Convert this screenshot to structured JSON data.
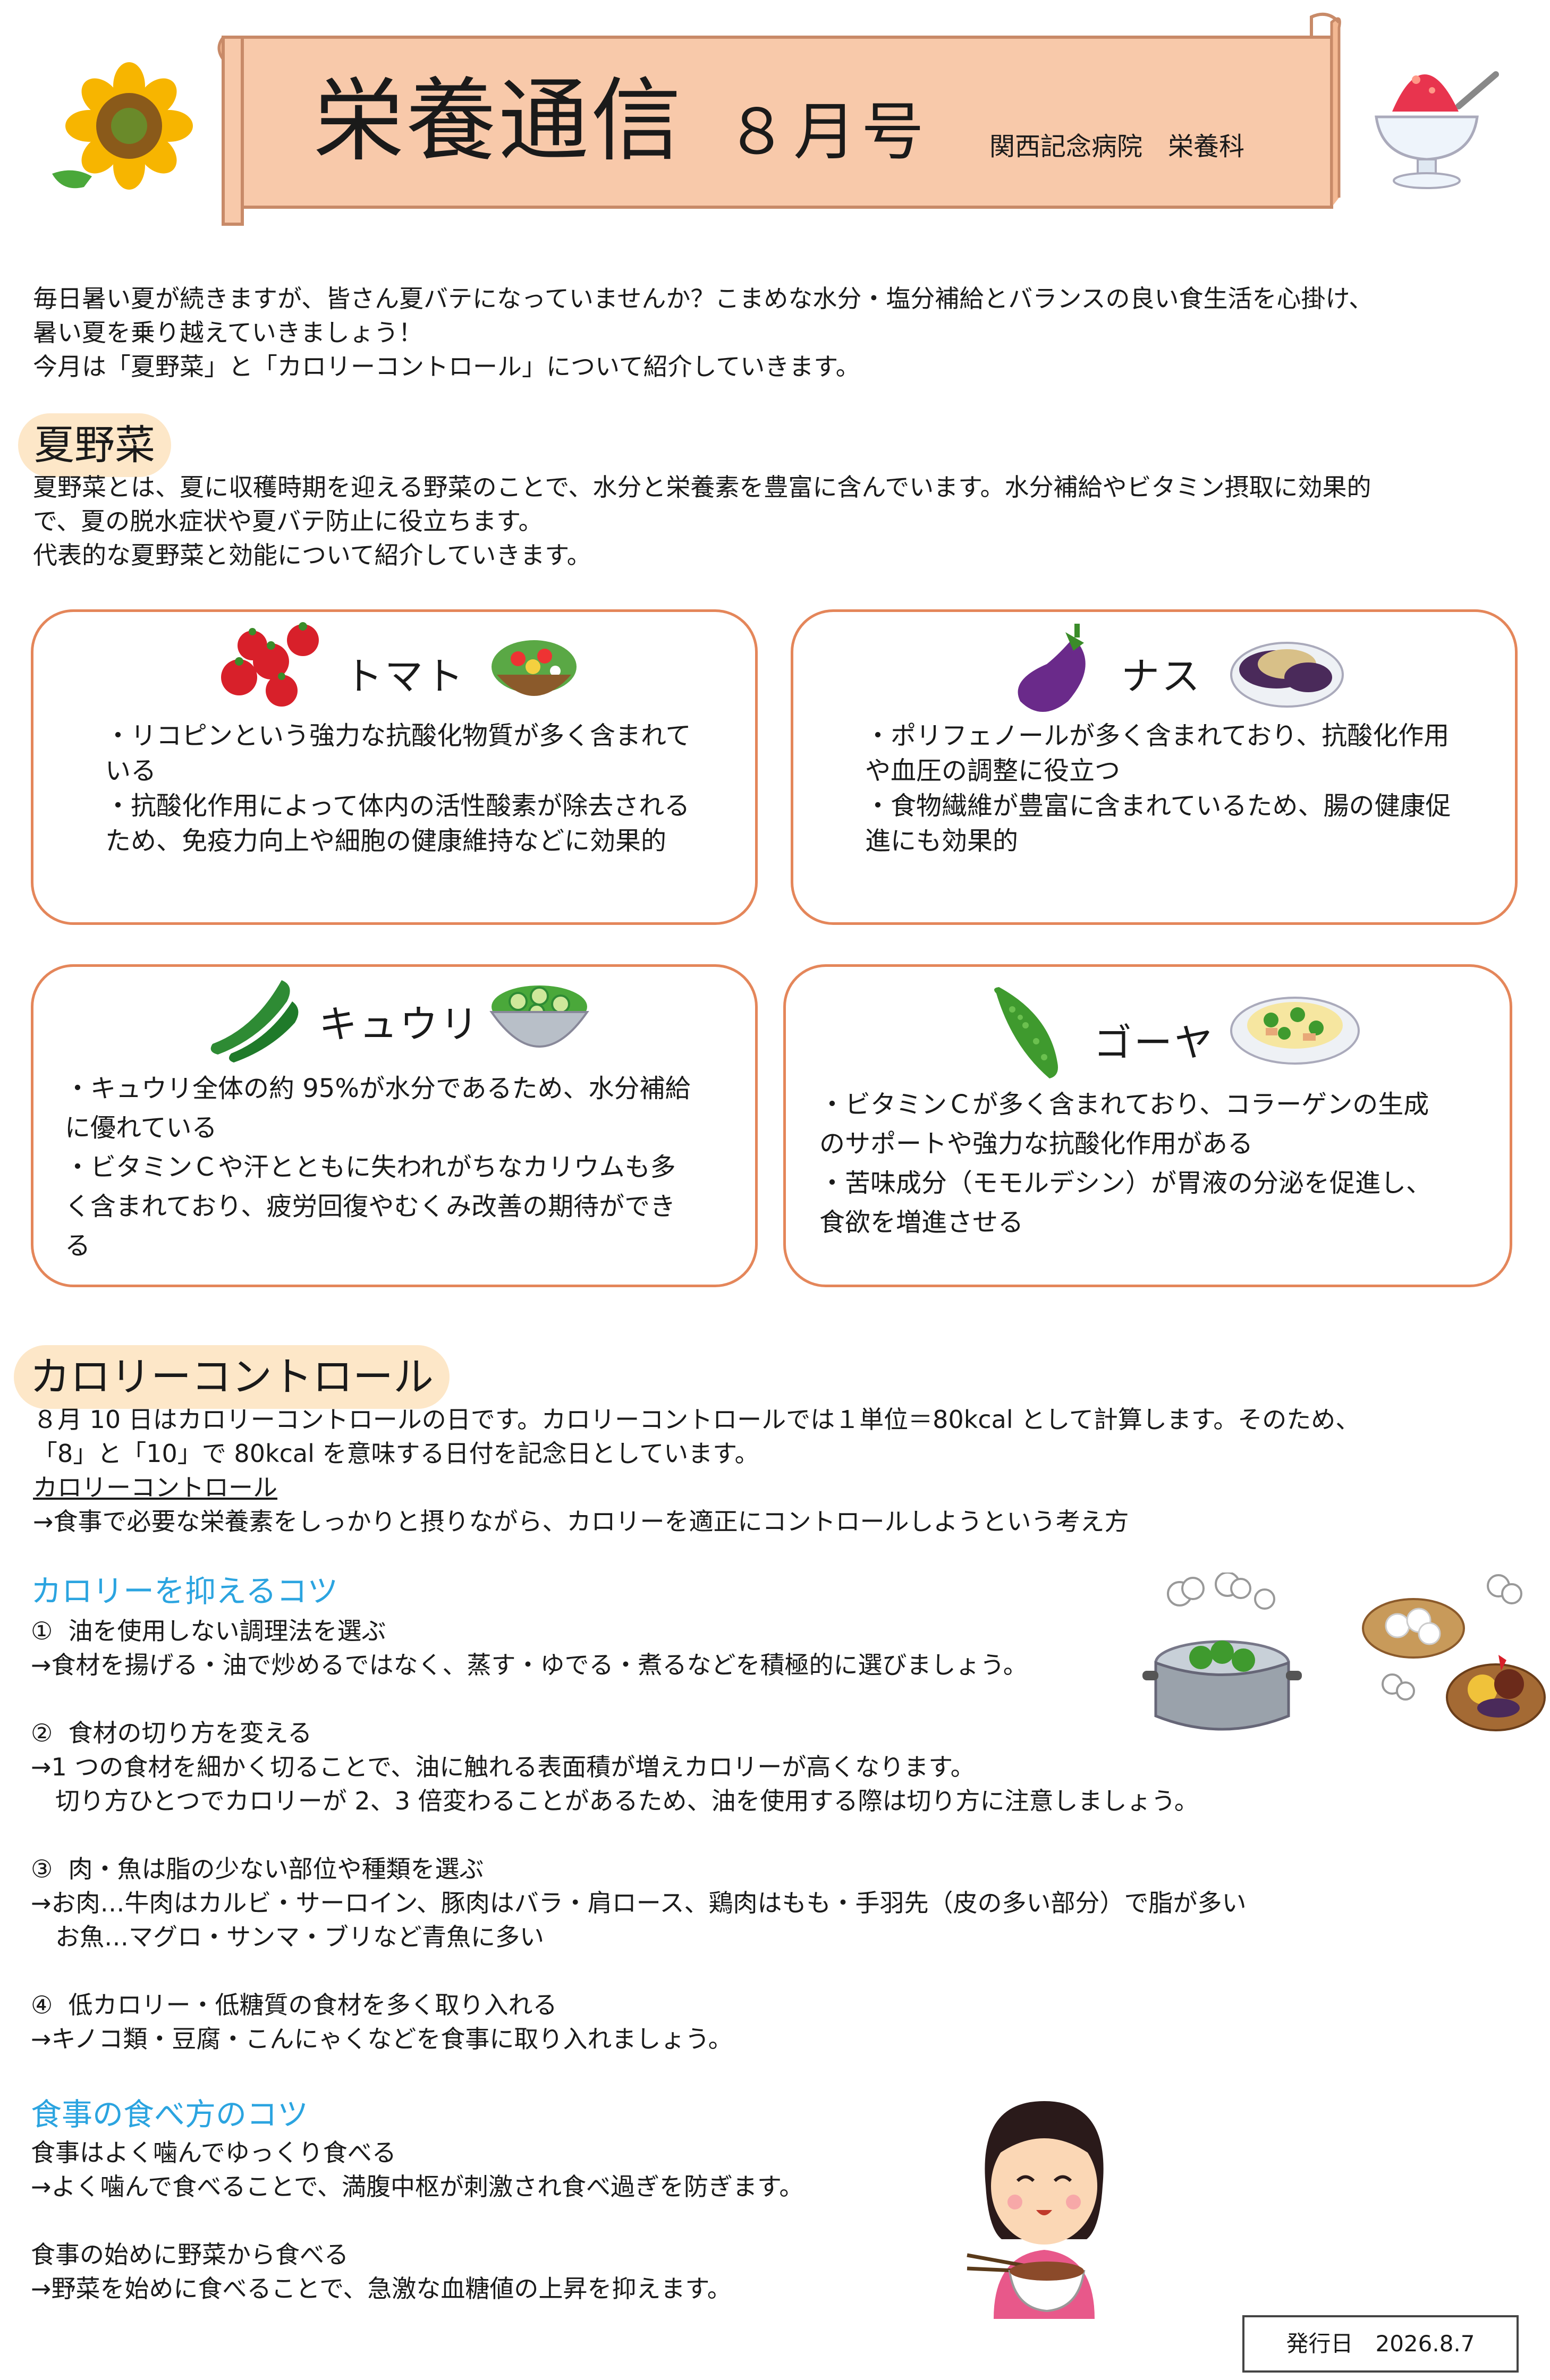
{
  "header": {
    "title": "栄養通信",
    "issue": "８月号",
    "department": "関西記念病院　栄養科"
  },
  "intro": {
    "lines": [
      "毎日暑い夏が続きますが、皆さん夏バテになっていませんか？こまめな水分・塩分補給とバランスの良い食生活を心掛け、",
      "暑い夏を乗り越えていきましょう！",
      "今月は「夏野菜」と「カロリーコントロール」について紹介していきます。"
    ]
  },
  "summer_vegetables": {
    "heading": "夏野菜",
    "lines": [
      "夏野菜とは、夏に収穫時期を迎える野菜のことで、水分と栄養素を豊富に含んでいます。水分補給やビタミン摂取に効果的",
      "で、夏の脱水症状や夏バテ防止に役立ちます。",
      "代表的な夏野菜と効能について紹介していきます。"
    ],
    "cards": [
      {
        "name": "トマト",
        "lines": [
          "・リコピンという強力な抗酸化物質が多く含まれて",
          "いる",
          "・抗酸化作用によって体内の活性酸素が除去される",
          "ため、免疫力向上や細胞の健康維持などに効果的"
        ]
      },
      {
        "name": "ナス",
        "lines": [
          "・ポリフェノールが多く含まれており、抗酸化作用",
          "や血圧の調整に役立つ",
          "・食物繊維が豊富に含まれているため、腸の健康促",
          "進にも効果的"
        ]
      },
      {
        "name": "キュウリ",
        "lines": [
          "・キュウリ全体の約 95%が水分であるため、水分補給",
          "に優れている",
          "・ビタミンＣや汗とともに失われがちなカリウムも多",
          "く含まれており、疲労回復やむくみ改善の期待ができ",
          "る"
        ]
      },
      {
        "name": "ゴーヤ",
        "lines": [
          "・ビタミンＣが多く含まれており、コラーゲンの生成",
          "のサポートや強力な抗酸化作用がある",
          "・苦味成分（モモルデシン）が胃液の分泌を促進し、",
          "食欲を増進させる"
        ]
      }
    ]
  },
  "calorie_control": {
    "heading": "カロリーコントロール",
    "lines": [
      "８月 10 日はカロリーコントロールの日です。カロリーコントロールでは１単位＝80kcal として計算します。そのため、",
      "「8」と「10」で 80kcal を意味する日付を記念日としています。"
    ],
    "definition_term": "カロリーコントロール",
    "definition": "→食事で必要な栄養素をしっかりと摂りながら、カロリーを適正にコントロールしようという考え方",
    "tips_heading": "カロリーを抑えるコツ",
    "tips": [
      {
        "title": "①  油を使用しない調理法を選ぶ",
        "lines": [
          "→食材を揚げる・油で炒めるではなく、蒸す・ゆでる・煮るなどを積極的に選びましょう。"
        ]
      },
      {
        "title": "②  食材の切り方を変える",
        "lines": [
          "→1 つの食材を細かく切ることで、油に触れる表面積が増えカロリーが高くなります。",
          "　切り方ひとつでカロリーが 2、3 倍変わることがあるため、油を使用する際は切り方に注意しましょう。"
        ]
      },
      {
        "title": "③  肉・魚は脂の少ない部位や種類を選ぶ",
        "lines": [
          "→お肉…牛肉はカルビ・サーロイン、豚肉はバラ・肩ロース、鶏肉はもも・手羽先（皮の多い部分）で脂が多い",
          "　お魚…マグロ・サンマ・ブリなど青魚に多い"
        ]
      },
      {
        "title": "④  低カロリー・低糖質の食材を多く取り入れる",
        "lines": [
          "→キノコ類・豆腐・こんにゃくなどを食事に取り入れましょう。"
        ]
      }
    ],
    "eating_heading": "食事の食べ方のコツ",
    "eating": [
      {
        "title": "食事はよく噛んでゆっくり食べる",
        "lines": [
          "→よく噛んで食べることで、満腹中枢が刺激され食べ過ぎを防ぎます。"
        ]
      },
      {
        "title": "食事の始めに野菜から食べる",
        "lines": [
          "→野菜を始めに食べることで、急激な血糖値の上昇を抑えます。"
        ]
      }
    ]
  },
  "footer": {
    "issue_date": "発行日　2026.8.7"
  },
  "colors": {
    "banner": "#f8c9aa",
    "banner_border": "#c88a68",
    "heading_bg": "#fde7c8",
    "card_border": "#e4865a",
    "subheading": "#2ba4e0"
  },
  "icons": [
    "sunflower-icon",
    "shaved-ice-icon",
    "tomato-icon",
    "salad-icon",
    "eggplant-icon",
    "eggplant-dish-icon",
    "cucumber-icon",
    "cucumber-bowl-icon",
    "bitter-melon-icon",
    "goya-champuru-icon",
    "steaming-pot-icon",
    "simmered-dish-icon",
    "girl-eating-icon"
  ]
}
